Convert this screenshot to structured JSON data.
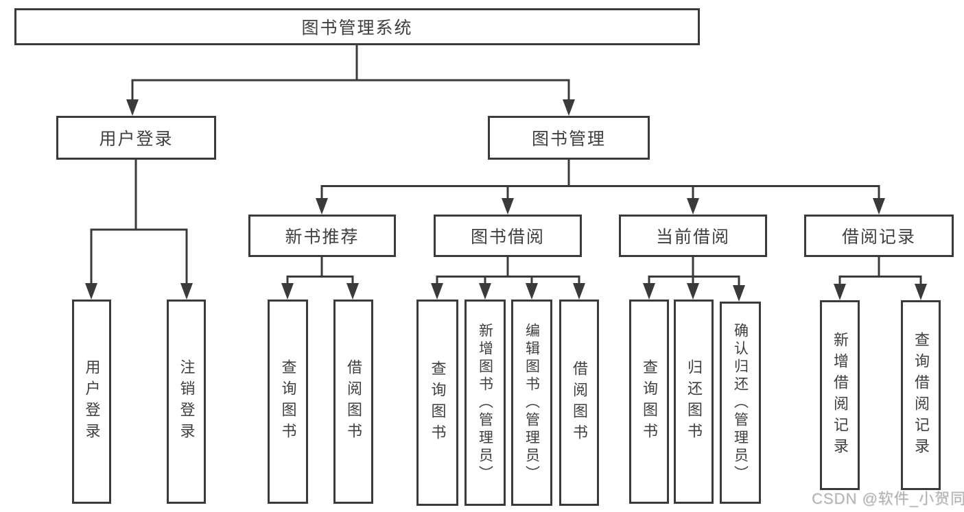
{
  "diagram": {
    "watermark": "CSDN @软件_小贺同学",
    "colors": {
      "line": "#3a3a3a",
      "text": "#3f3f3f",
      "box_background": "#ffffff",
      "watermark": "#b3b3b3"
    },
    "nodes": {
      "root": "图书管理系统",
      "userLogin": "用户登录",
      "bookMgmt": "图书管理",
      "newBookRec": "新书推荐",
      "bookBorrow": "图书借阅",
      "currentBorrow": "当前借阅",
      "borrowRecords": "借阅记录",
      "vUserLogin": "用户登录",
      "vLogout": "注销登录",
      "vQueryBooks1": "查询图书",
      "vBorrowBooks1": "借阅图书",
      "vQueryBooks2": "查询图书",
      "vAddBooks": "新增图书（管理员）",
      "vEditBooks": "编辑图书（管理员）",
      "vBorrowBooks2": "借阅图书",
      "vQueryBooks3": "查询图书",
      "vReturnBooks": "归还图书",
      "vConfirmReturn": "确认归还（管理员）",
      "vAddBorrowRecord": "新增借阅记录",
      "vQueryBorrowRecord": "查询借阅记录"
    }
  }
}
